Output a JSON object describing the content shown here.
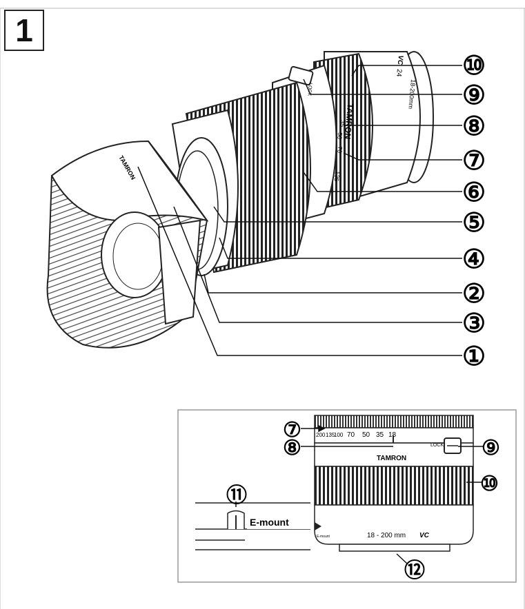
{
  "figure": {
    "number": "1"
  },
  "main_callouts": [
    "⑩",
    "⑨",
    "⑧",
    "⑦",
    "⑥",
    "⑤",
    "④",
    "②",
    "③",
    "①"
  ],
  "inset_callouts": {
    "c7": "⑦",
    "c8": "⑧",
    "c9": "⑨",
    "c10": "⑩",
    "c11": "⑪",
    "c12": "⑫"
  },
  "lens_text": {
    "hood_brand": "TAMRON",
    "barrel_brand": "TAMRON",
    "lock": "LOCK",
    "focal_top": [
      "24",
      "35",
      "50",
      "70",
      "135",
      "18-200mm"
    ],
    "vc_badge": "VC"
  },
  "inset": {
    "focal_scale": [
      "200",
      "135",
      "100",
      "70",
      "50",
      "35",
      "18"
    ],
    "lock": "LOCK",
    "brand": "TAMRON",
    "model": "18 - 200 mm",
    "vc": "VC",
    "mount_left": "E-mount",
    "mount_detail": "E-mount"
  }
}
